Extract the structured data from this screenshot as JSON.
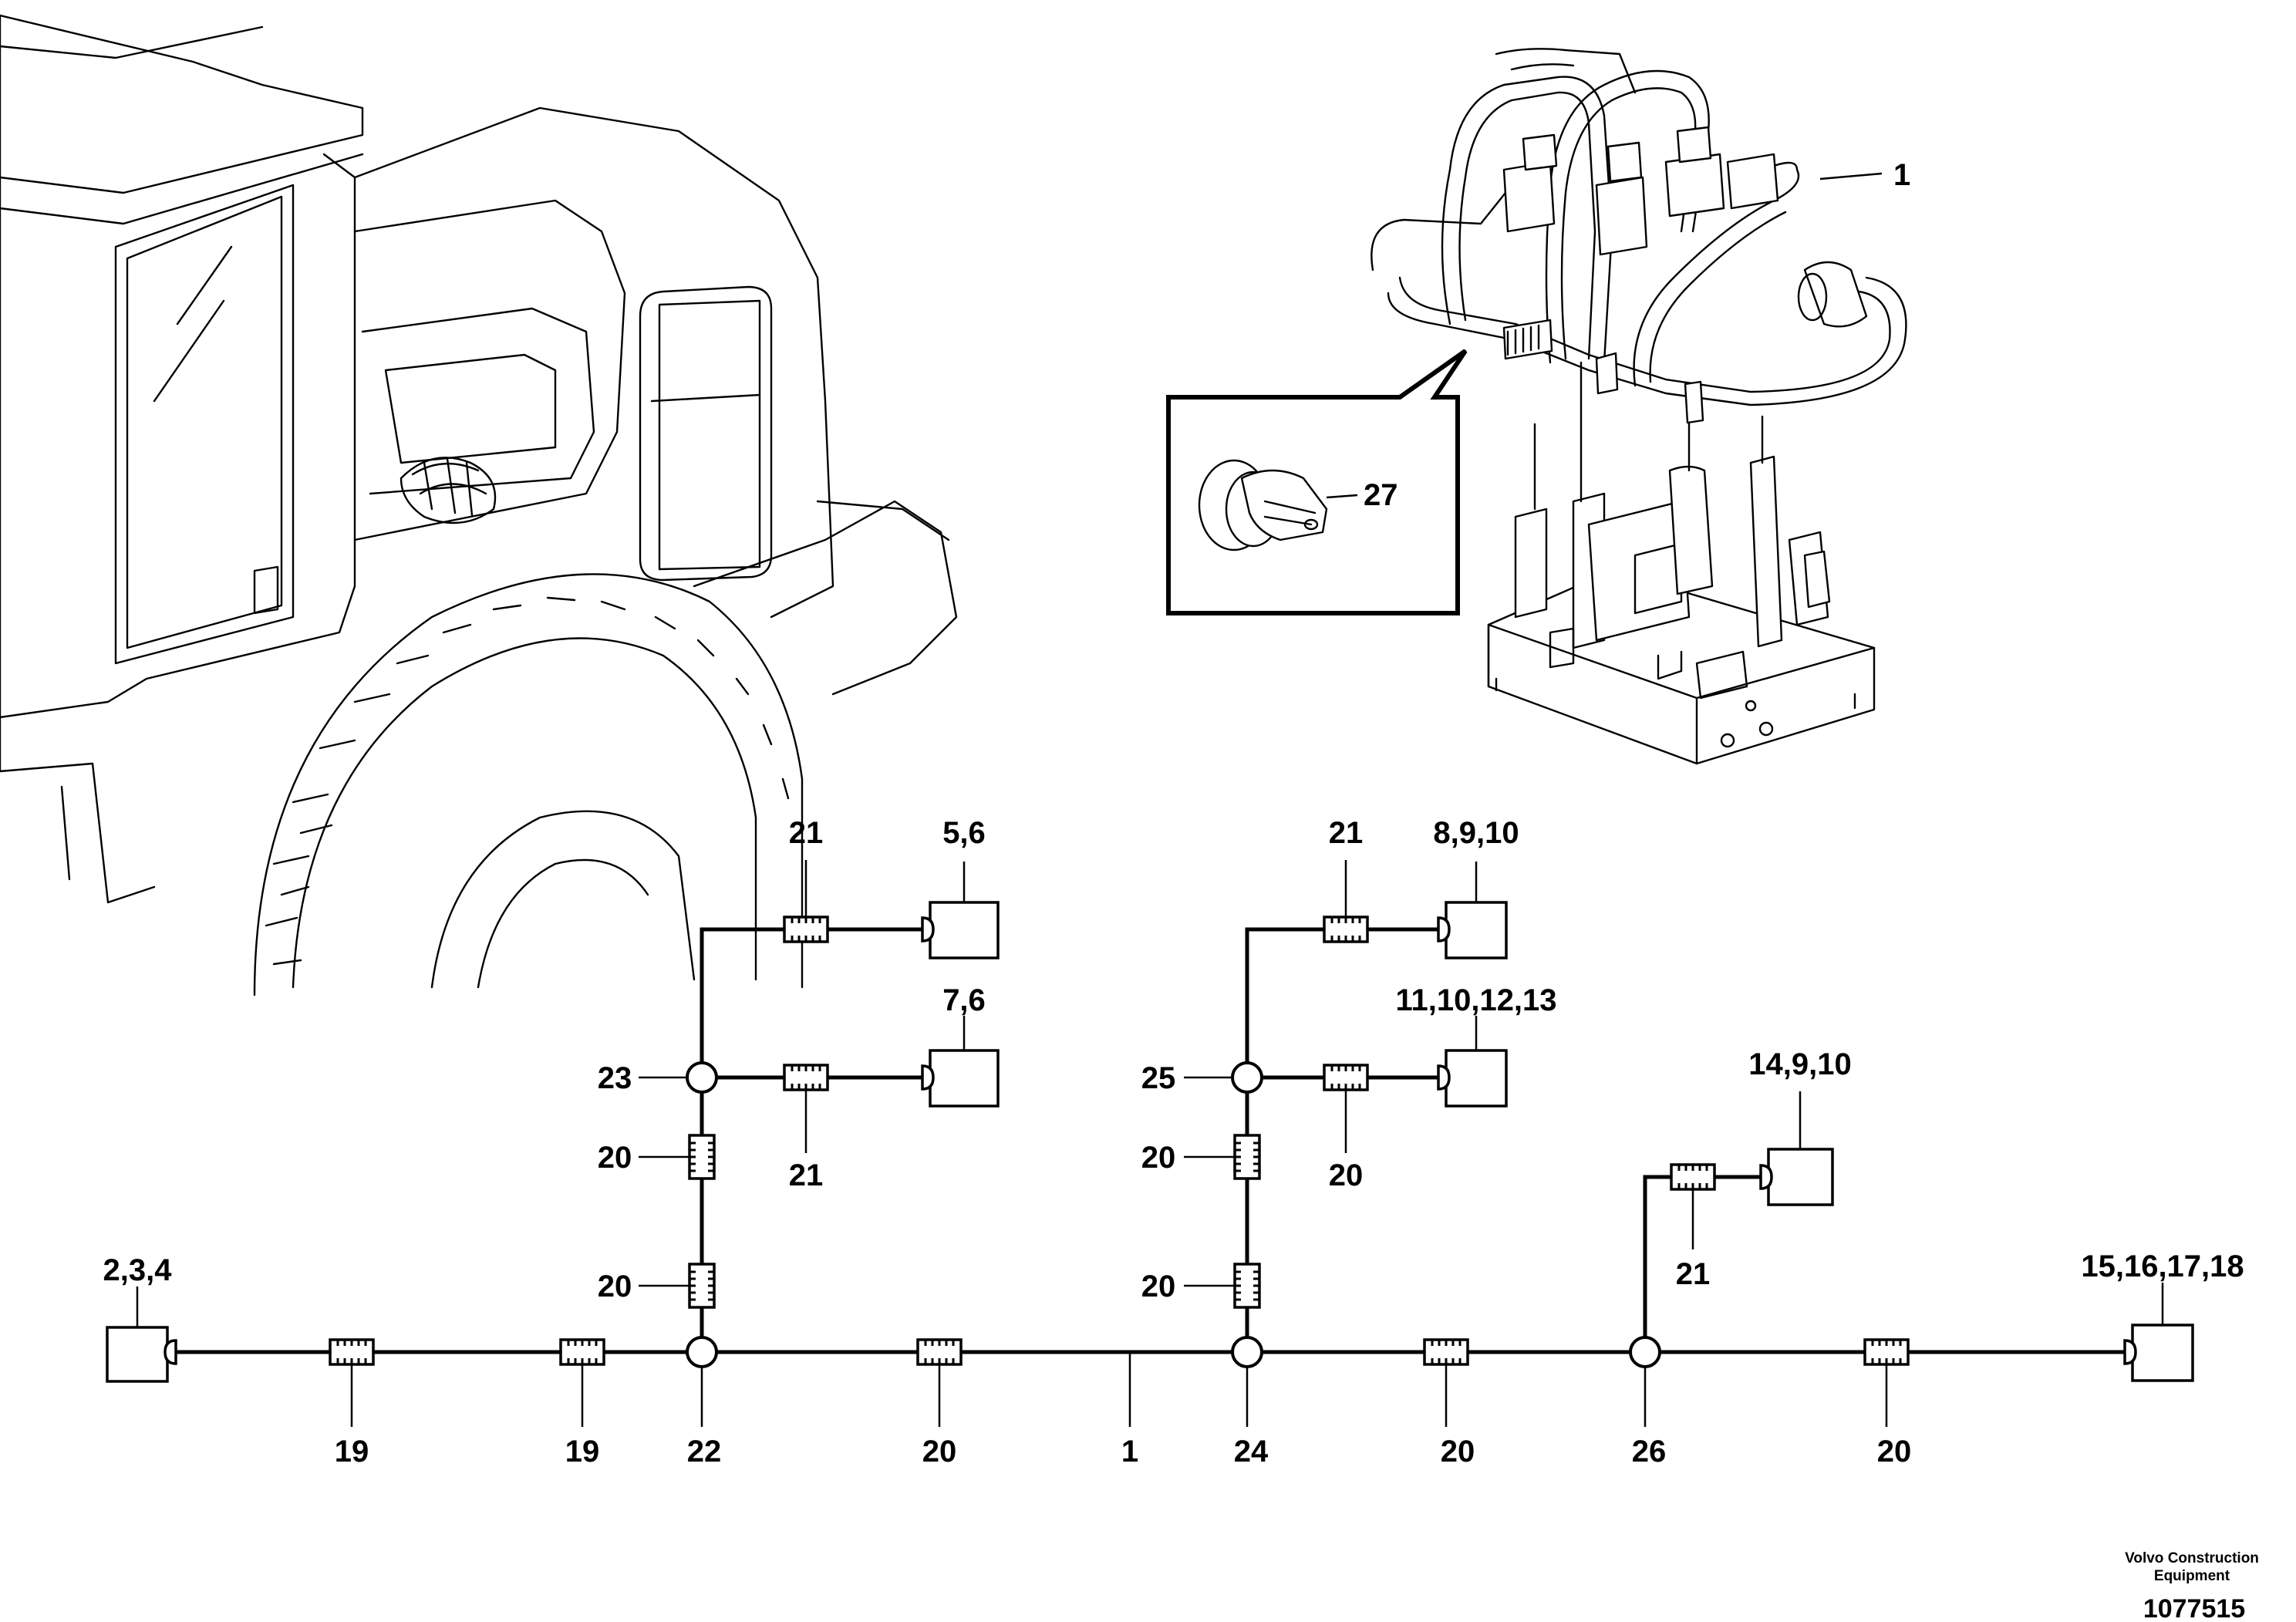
{
  "callouts": {
    "c1_top": "1",
    "c27": "27"
  },
  "components": {
    "comp_2_3_4": "2,3,4",
    "comp_5_6": "5,6",
    "comp_7_6": "7,6",
    "comp_8_9_10": "8,9,10",
    "comp_11_10_12_13": "11,10,12,13",
    "comp_14_9_10": "14,9,10",
    "comp_15_16_17_18": "15,16,17,18"
  },
  "harness_labels": {
    "l19a": "19",
    "l19b": "19",
    "l22": "22",
    "l20_bottom1": "20",
    "l1": "1",
    "l24": "24",
    "l20_bottom2": "20",
    "l26": "26",
    "l20_bottom3": "20",
    "l23": "23",
    "l21_left_top": "21",
    "l21_left_mid": "21",
    "l20_left_upper": "20",
    "l20_left_lower": "20",
    "l25": "25",
    "l21_right_top": "21",
    "l20_right_mid": "20",
    "l20_right_upper": "20",
    "l20_right_lower": "20",
    "l21_far_right": "21"
  },
  "footer": {
    "brand_line1": "Volvo Construction",
    "brand_line2": "Equipment",
    "drawing_id": "1077515"
  }
}
